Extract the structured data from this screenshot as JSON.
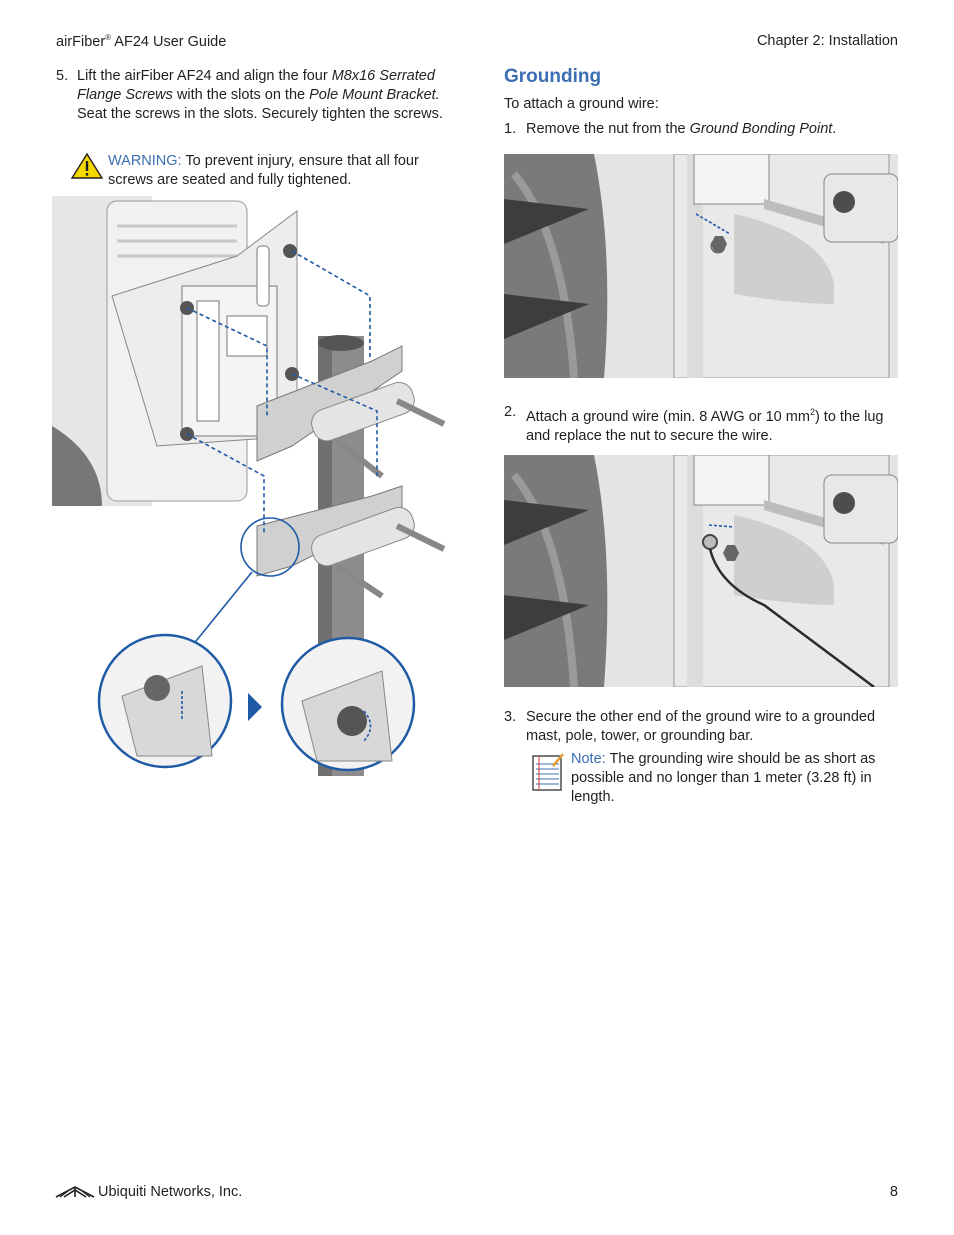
{
  "header": {
    "title_brand": "airFiber",
    "title_reg": "®",
    "title_rest": " AF24 User Guide",
    "chapter": "Chapter 2: Installation"
  },
  "left": {
    "step5": {
      "num": "5.",
      "t1": "Lift the airFiber AF24 and align the four ",
      "t2": "M8x16 Serrated Flange Screws",
      "t3": " with the slots on the ",
      "t4": "Pole Mount Bracket.",
      "t5": " Seat the screws in the slots. Securely tighten the screws."
    },
    "warning": {
      "label": "WARNING:",
      "text": " To prevent injury, ensure that all four screws are seated and fully tightened."
    }
  },
  "right": {
    "heading": "Grounding",
    "intro": "To attach a ground wire:",
    "step1": {
      "num": "1.",
      "t1": "Remove the nut from the ",
      "t2": "Ground Bonding Point",
      "t3": "."
    },
    "step2": {
      "num": "2.",
      "t1": "Attach a ground wire (min. 8 AWG or 10 mm",
      "sup": "2",
      "t2": ") to the lug and replace the nut to secure the wire."
    },
    "step3": {
      "num": "3.",
      "t1": "Secure the other end of the ground wire to a grounded mast, pole, tower, or grounding bar."
    },
    "note": {
      "label": "Note:",
      "text": " The grounding wire should be as short as possible and no longer than 1 meter (3.28 ft) in length."
    }
  },
  "footer": {
    "company": "Ubiquiti Networks, Inc.",
    "page": "8"
  },
  "icons": {
    "warning": "warning-triangle-icon",
    "note": "notepad-icon",
    "logo": "ubiquiti-logo-icon"
  },
  "colors": {
    "accent": "#3c6fb2",
    "warning_fill": "#f5d800",
    "text": "#231f20"
  }
}
